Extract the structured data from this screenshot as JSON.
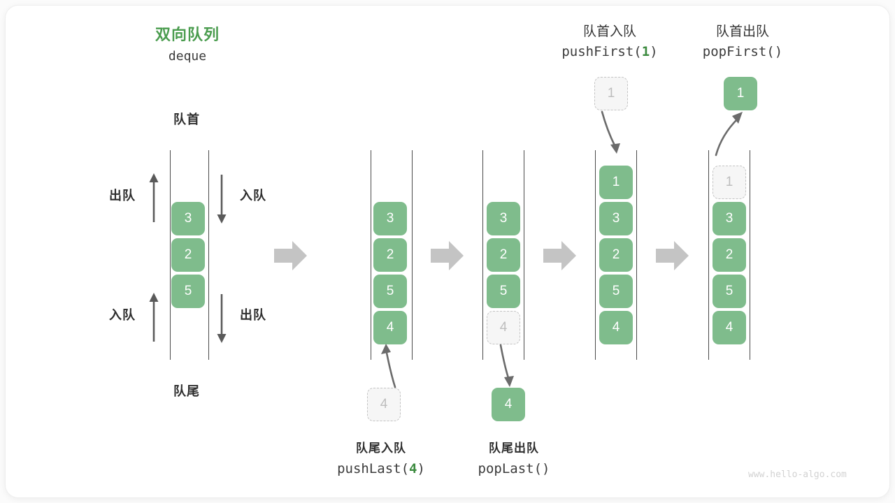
{
  "meta": {
    "watermark": "www.hello-algo.com",
    "accent_green": "#7fbc8c",
    "title_green": "#4a9c4e",
    "ghost_gray": "#c3c3c3",
    "arrow_gray": "#c4c4c4",
    "rail_gray": "#4a4a4a"
  },
  "title": {
    "cn": "双向队列",
    "en": "deque"
  },
  "end_labels": {
    "front": "队首",
    "back": "队尾"
  },
  "side_labels": {
    "top_left": "出队",
    "top_right": "入队",
    "bottom_left": "入队",
    "bottom_right": "出队"
  },
  "columns": [
    {
      "id": "initial",
      "header_cn": "",
      "header_en": "",
      "header_arg": "",
      "cells": [
        "3",
        "2",
        "5"
      ],
      "ghost_index": -1,
      "caption_cn": "",
      "caption_en": "",
      "caption_arg": "",
      "detached_cell": "",
      "detached_state": "none"
    },
    {
      "id": "pushLast",
      "header_cn": "",
      "header_en": "",
      "header_arg": "",
      "cells": [
        "3",
        "2",
        "5",
        "4"
      ],
      "ghost_index": -1,
      "caption_cn": "队尾入队",
      "caption_en_pre": "pushLast(",
      "caption_arg": "4",
      "caption_en_post": ")",
      "detached_cell": "4",
      "detached_state": "ghost",
      "detached_position": "below"
    },
    {
      "id": "popLast",
      "header_cn": "",
      "header_en": "",
      "header_arg": "",
      "cells": [
        "3",
        "2",
        "5",
        "4"
      ],
      "ghost_index": 3,
      "caption_cn": "队尾出队",
      "caption_en_pre": "popLast(",
      "caption_arg": "",
      "caption_en_post": ")",
      "detached_cell": "4",
      "detached_state": "solid",
      "detached_position": "below"
    },
    {
      "id": "pushFirst",
      "header_cn": "队首入队",
      "header_en_pre": "pushFirst(",
      "header_arg": "1",
      "header_en_post": ")",
      "cells": [
        "1",
        "3",
        "2",
        "5",
        "4"
      ],
      "ghost_index": -1,
      "caption_cn": "",
      "caption_en": "",
      "detached_cell": "1",
      "detached_state": "ghost",
      "detached_position": "above"
    },
    {
      "id": "popFirst",
      "header_cn": "队首出队",
      "header_en_pre": "popFirst(",
      "header_arg": "",
      "header_en_post": ")",
      "cells": [
        "1",
        "3",
        "2",
        "5",
        "4"
      ],
      "ghost_index": 0,
      "caption_cn": "",
      "caption_en": "",
      "detached_cell": "1",
      "detached_state": "solid",
      "detached_position": "above"
    }
  ],
  "flow_arrows": 4
}
